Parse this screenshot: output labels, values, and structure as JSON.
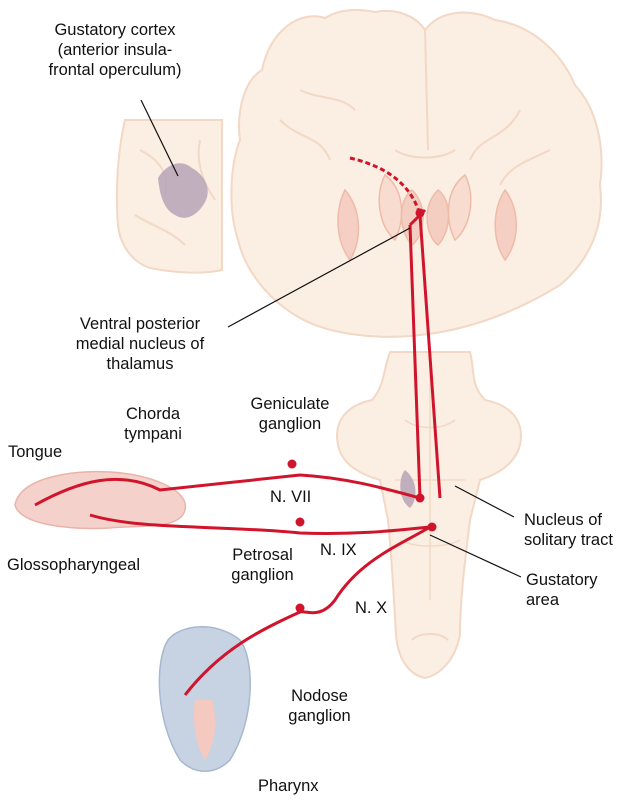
{
  "labels": {
    "gustatory_cortex": [
      "Gustatory cortex",
      "(anterior insula-",
      "frontal operculum)"
    ],
    "vpm": [
      "Ventral posterior",
      "medial nucleus of",
      "thalamus"
    ],
    "chorda": [
      "Chorda",
      "tympani"
    ],
    "geniculate": [
      "Geniculate",
      "ganglion"
    ],
    "tongue": "Tongue",
    "n7": "N. VII",
    "n9": "N. IX",
    "n10": "N. X",
    "glossopharyngeal": "Glossopharyngeal",
    "petrosal": [
      "Petrosal",
      "ganglion"
    ],
    "nucleus_solitary": [
      "Nucleus of",
      "solitary tract"
    ],
    "gustatory_area": [
      "Gustatory",
      "area"
    ],
    "nodose": [
      "Nodose",
      "ganglion"
    ],
    "pharynx": "Pharynx"
  },
  "colors": {
    "nerve": "#d0142c",
    "tissue_fill": "#fbeee3",
    "tissue_stroke": "#f2d8c5",
    "cortex_highlight": "#b7a3b6",
    "tongue": "#f4d2cb",
    "pharynx": "#c7d2e3"
  }
}
